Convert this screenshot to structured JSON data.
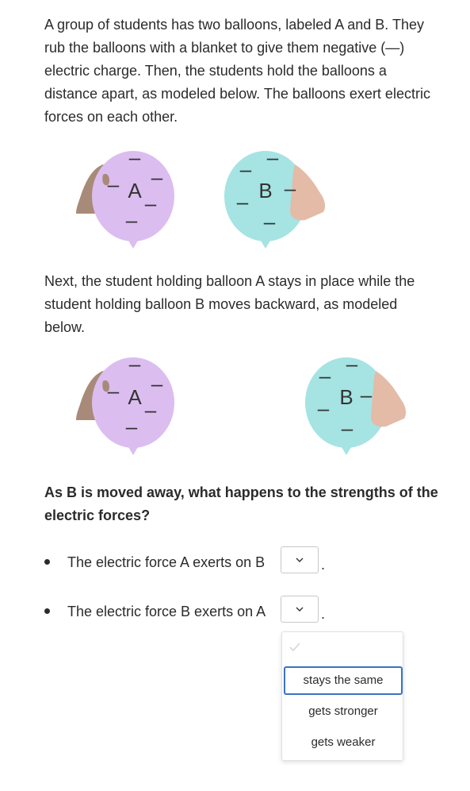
{
  "intro_text": "A group of students has two balloons, labeled A and B. They rub the balloons with a blanket to give them negative (—) electric charge. Then, the students hold the balloons a distance apart, as modeled below. The balloons exert electric forces on each other.",
  "middle_text": "Next, the student holding balloon A stays in place while the student holding balloon B moves backward, as modeled below.",
  "question": "As B is moved away, what happens to the strengths of the electric forces?",
  "balloon_a_label": "A",
  "balloon_b_label": "B",
  "charge_symbol": "–",
  "colors": {
    "balloon_a": "#dcbdf0",
    "balloon_b": "#a6e3e3",
    "hand_a": "#a88a78",
    "hand_b": "#e3bba7",
    "menu_selected_border": "#3b73c4"
  },
  "answers": [
    {
      "text": "The electric force A exerts on B",
      "dropdown_icon": "chevron-down-icon"
    },
    {
      "text": "The electric force B exerts on A",
      "dropdown_icon": "chevron-down-icon"
    }
  ],
  "period": ".",
  "dropdown_options": [
    "stays the same",
    "gets stronger",
    "gets weaker"
  ],
  "selected_icon": "check-icon"
}
